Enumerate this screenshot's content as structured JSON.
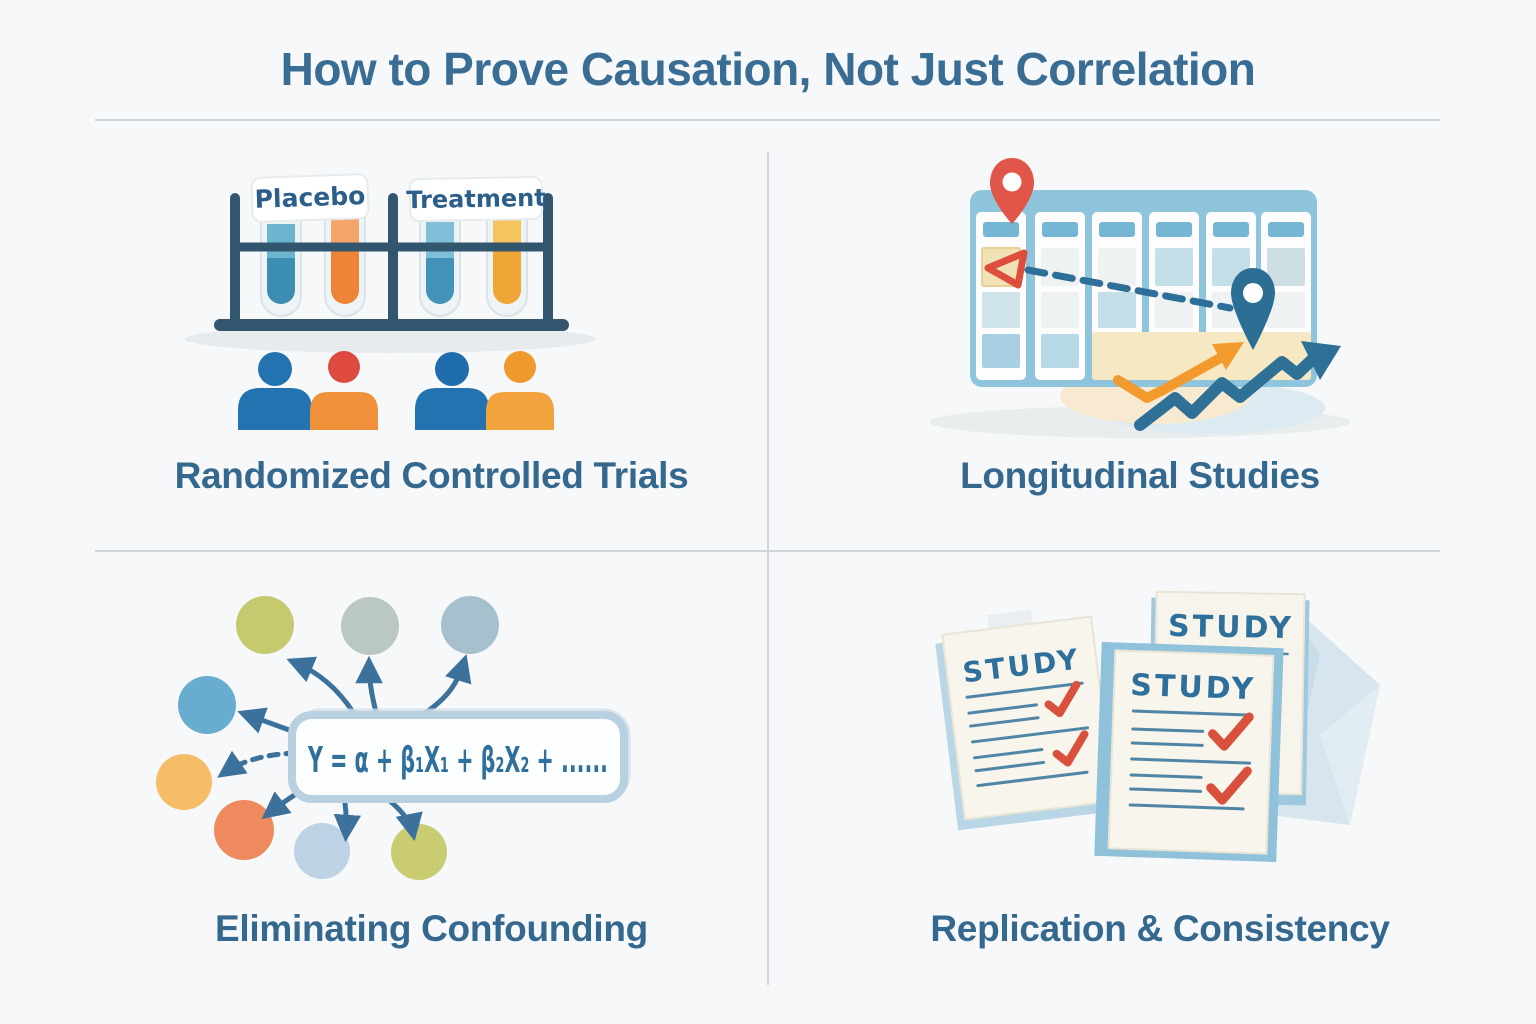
{
  "title": "How to Prove Causation, Not Just Correlation",
  "palette": {
    "background": "#f7f8f9",
    "heading_text": "#3a6d94",
    "caption_text": "#35688f",
    "divider": "#ccd5da",
    "rack_frame": "#33566f",
    "placebo_tube_teal": "#3b8db2",
    "treatment_tube_orange": "#ed8438",
    "treatment_tube_amber": "#f0a636",
    "person_blue": "#2273b0",
    "person_red_head": "#df4a40",
    "person_orange": "#f0903a",
    "calendar_board_blue": "#8ec5dc",
    "calendar_header_blue": "#74b6d4",
    "highlight_cell_yellow": "#f1e1b6",
    "map_pin_red": "#e2564a",
    "map_pin_blue": "#2d6e95",
    "dashed_line_blue": "#2e6f9a",
    "trend_arrow_orange": "#f29a2e",
    "trend_arrow_blue": "#2e7096",
    "formula_text_blue": "#2e6f9c",
    "formula_box_border": "#b9d0e0",
    "confounder_olive": "#c6ca6e",
    "confounder_coral": "#ee8a5d",
    "confounder_amber": "#f5bd66",
    "study_paper_cream": "#f7f5ec",
    "study_backing_blue": "#90c1db",
    "check_red": "#d9503c"
  },
  "quadrants": {
    "rct": {
      "caption": "Randomized Controlled Trials",
      "tube_labels": {
        "placebo": "Placebo",
        "treatment": "Treatment"
      }
    },
    "longitudinal": {
      "caption": "Longitudinal Studies"
    },
    "confounding": {
      "caption": "Eliminating Confounding",
      "formula": "Y = α + β₁X₁ + β₂X₂ + ......"
    },
    "replication": {
      "caption": "Replication & Consistency",
      "study_label": "STUDY"
    }
  }
}
